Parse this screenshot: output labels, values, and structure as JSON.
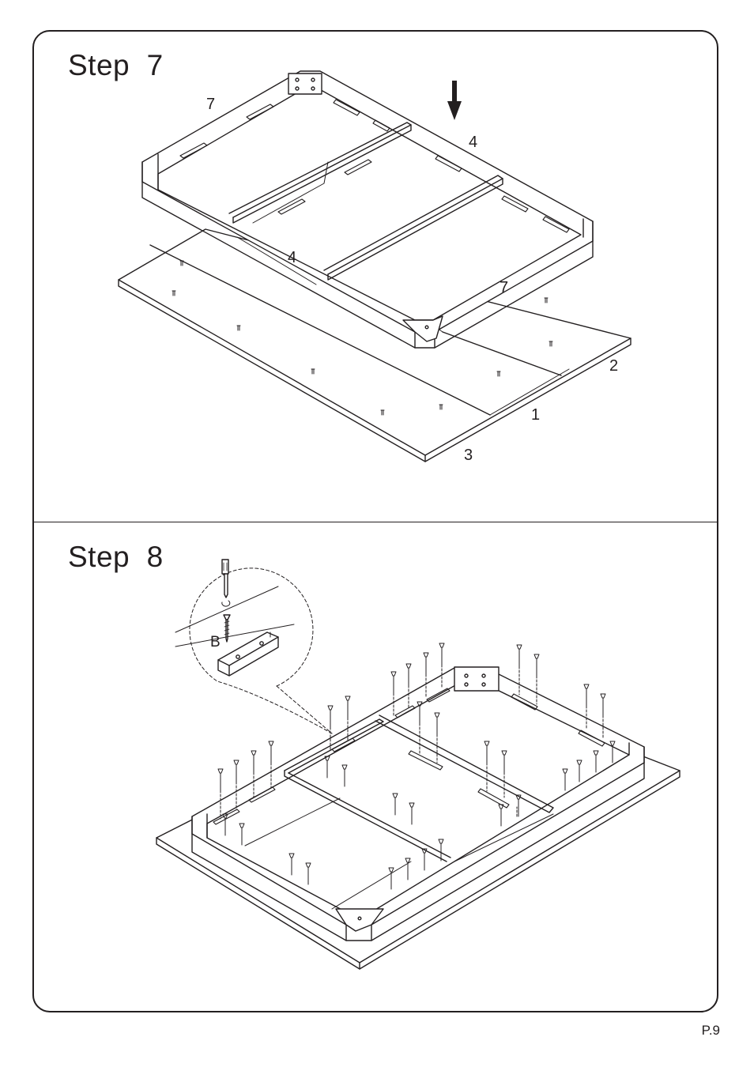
{
  "steps": [
    {
      "title": "Step  7",
      "part_labels": {
        "p7a": "7",
        "p4a": "4",
        "p4b": "4",
        "p7b": "7",
        "p2": "2",
        "p1": "1",
        "p3": "3"
      }
    },
    {
      "title": "Step  8",
      "hardware_label": "B"
    }
  ],
  "page_number": "P.9"
}
